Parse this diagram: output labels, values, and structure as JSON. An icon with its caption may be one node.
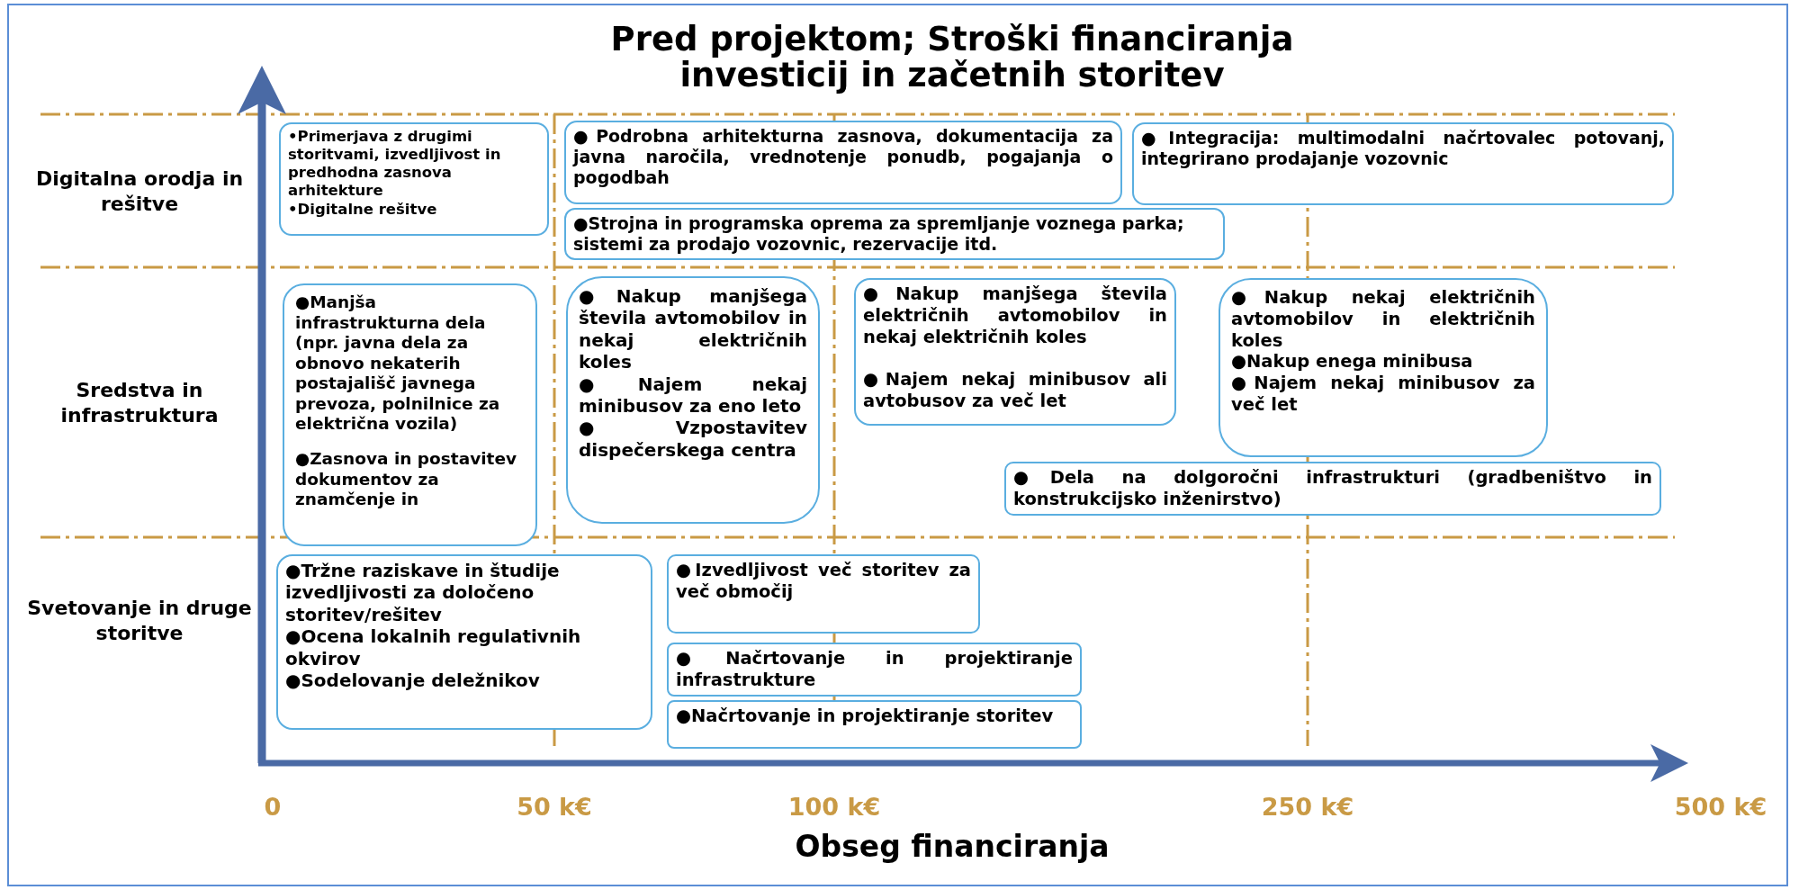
{
  "diagram": {
    "title": "Pred projektom; Stroški financiranja investicij in začetnih storitev",
    "nodes": [
      {
        "text": [
          "•Primerjava z drugimi storitvami, izvedljivost in predhodna zasnova arhitekture",
          "•Digitalne rešitve"
        ]
      },
      {
        "text": [
          "●Podrobna arhitekturna zasnova, dokumentacija za javna naročila, vrednotenje ponudb, pogajanja o pogodbah"
        ]
      },
      {
        "text": [
          "●Integracija: multimodalni načrtovalec potovanj, integrirano prodajanje vozovnic"
        ]
      },
      {
        "text": [
          "●Strojna in programska oprema za spremljanje voznega parka; sistemi za prodajo vozovnic, rezervacije itd."
        ]
      },
      {
        "text": [
          "●Manjša infrastrukturna dela (npr. javna dela za obnovo nekaterih postajališč javnega prevoza, polnilnice za električna vozila)",
          "●Zasnova in postavitev dokumentov za znamčenje in"
        ]
      },
      {
        "text": [
          "●Nakup manjšega števila avtomobilov in nekaj električnih koles",
          "●Najem nekaj minibusov za eno leto",
          "●Vzpostavitev dispečerskega centra"
        ]
      },
      {
        "text": [
          "●Nakup manjšega števila električnih avtomobilov in nekaj električnih koles",
          "●Najem nekaj minibusov ali avtobusov  za več let"
        ]
      },
      {
        "text": [
          "●Nakup nekaj električnih avtomobilov in električnih koles",
          "●Nakup enega minibusa",
          "●Najem nekaj minibusov za več let"
        ]
      },
      {
        "text": [
          "●Dela na dolgoročni infrastrukturi (gradbeništvo in konstrukcijsko inženirstvo)"
        ]
      },
      {
        "text": [
          "●Tržne raziskave in študije izvedljivosti za določeno storitev/rešitev",
          "●Ocena lokalnih regulativnih okvirov",
          "●Sodelovanje deležnikov"
        ]
      },
      {
        "text": [
          "●Izvedljivost več storitev za več območij"
        ]
      },
      {
        "text": [
          "●Načrtovanje in projektiranje infrastrukture"
        ]
      },
      {
        "text": [
          "●Načrtovanje in projektiranje storitev"
        ]
      }
    ],
    "labels": [
      "Digitalna orodja in rešitve",
      "Sredstva in infrastruktura",
      "Svetovanje in druge storitve",
      "0",
      "50 k€",
      "100 k€",
      "250 k€",
      "500 k€",
      "Obseg financiranja"
    ]
  }
}
